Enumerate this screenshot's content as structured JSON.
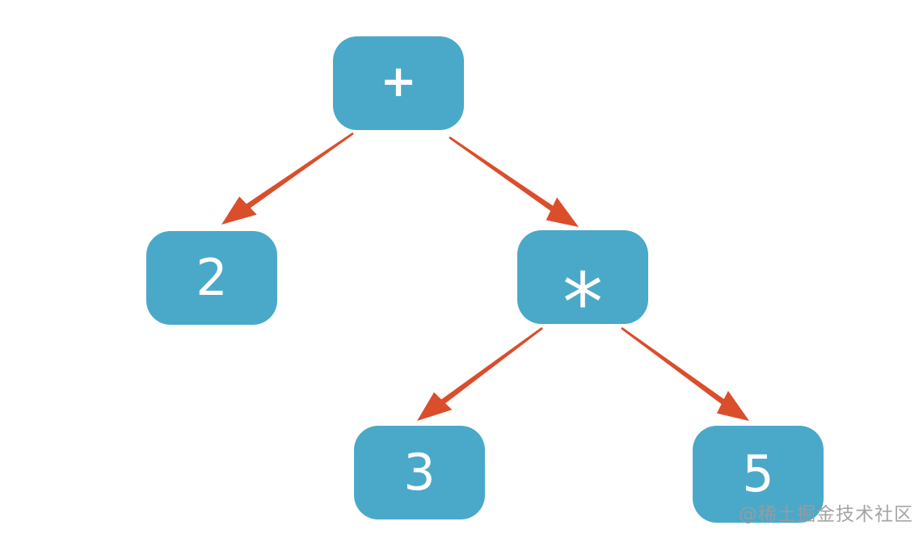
{
  "diagram": {
    "type": "binary-expression-tree",
    "tree": {
      "nodes": [
        {
          "id": "root",
          "label": "+"
        },
        {
          "id": "left",
          "label": "2"
        },
        {
          "id": "right",
          "label": "*"
        },
        {
          "id": "right-left",
          "label": "3"
        },
        {
          "id": "right-right",
          "label": "5"
        }
      ],
      "edges": [
        {
          "from": "root",
          "to": "left"
        },
        {
          "from": "root",
          "to": "right"
        },
        {
          "from": "right",
          "to": "right-left"
        },
        {
          "from": "right",
          "to": "right-right"
        }
      ]
    },
    "colors": {
      "background": "#ffffff",
      "node_fill": "#4AA9C9",
      "node_text": "#ffffff",
      "arrow": "#DB4E2B",
      "watermark_text": "#9C9C9C"
    },
    "watermark": {
      "text": "@稀土掘金技术社区"
    }
  }
}
